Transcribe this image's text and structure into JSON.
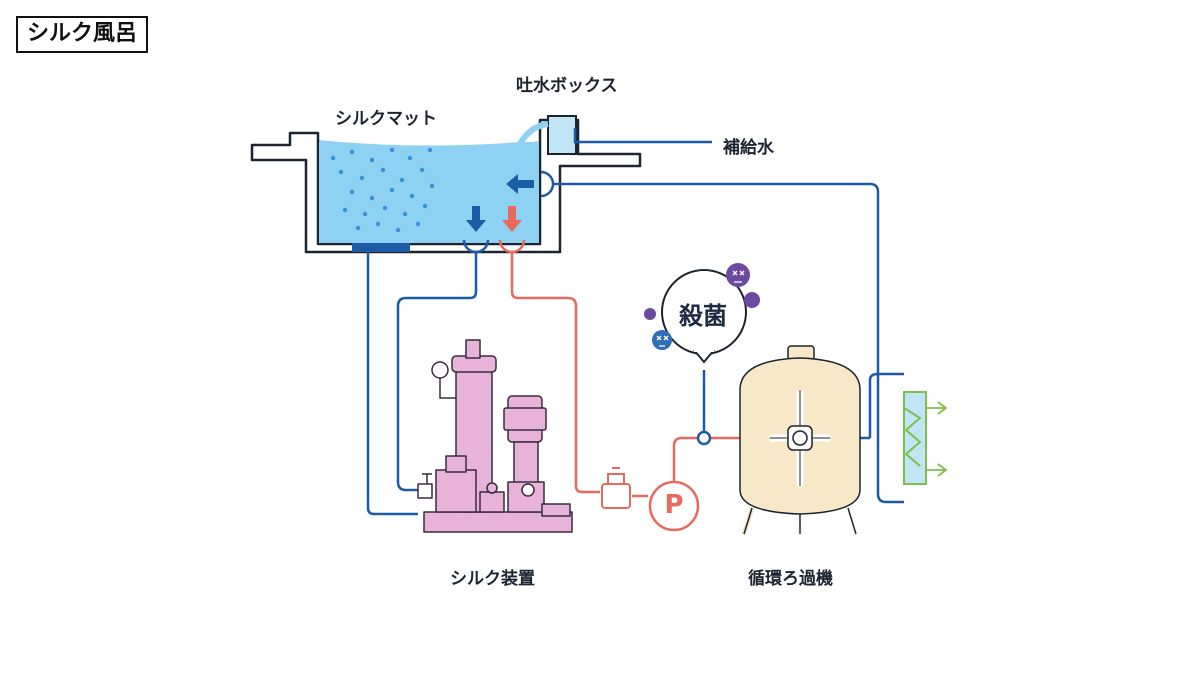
{
  "title": "シルク風呂",
  "labels": {
    "silk_mat": "シルクマット",
    "spout_box": "吐水ボックス",
    "makeup_water": "補給水",
    "silk_device": "シルク装置",
    "filter": "循環ろ過機",
    "sterilize": "殺菌",
    "pump": "P"
  },
  "colors": {
    "pipe_blue": "#1c5ba6",
    "pipe_red": "#e8695e",
    "water": "#8fd1f2",
    "bubbles": "#3b8fd6",
    "device_pink": "#e8b3d9",
    "device_outline": "#3b2a3f",
    "filter_fill": "#f7e9c8",
    "heater_green": "#7cc04a",
    "germ_purple": "#6b4aa0",
    "germ_blue": "#2f6eb5"
  }
}
